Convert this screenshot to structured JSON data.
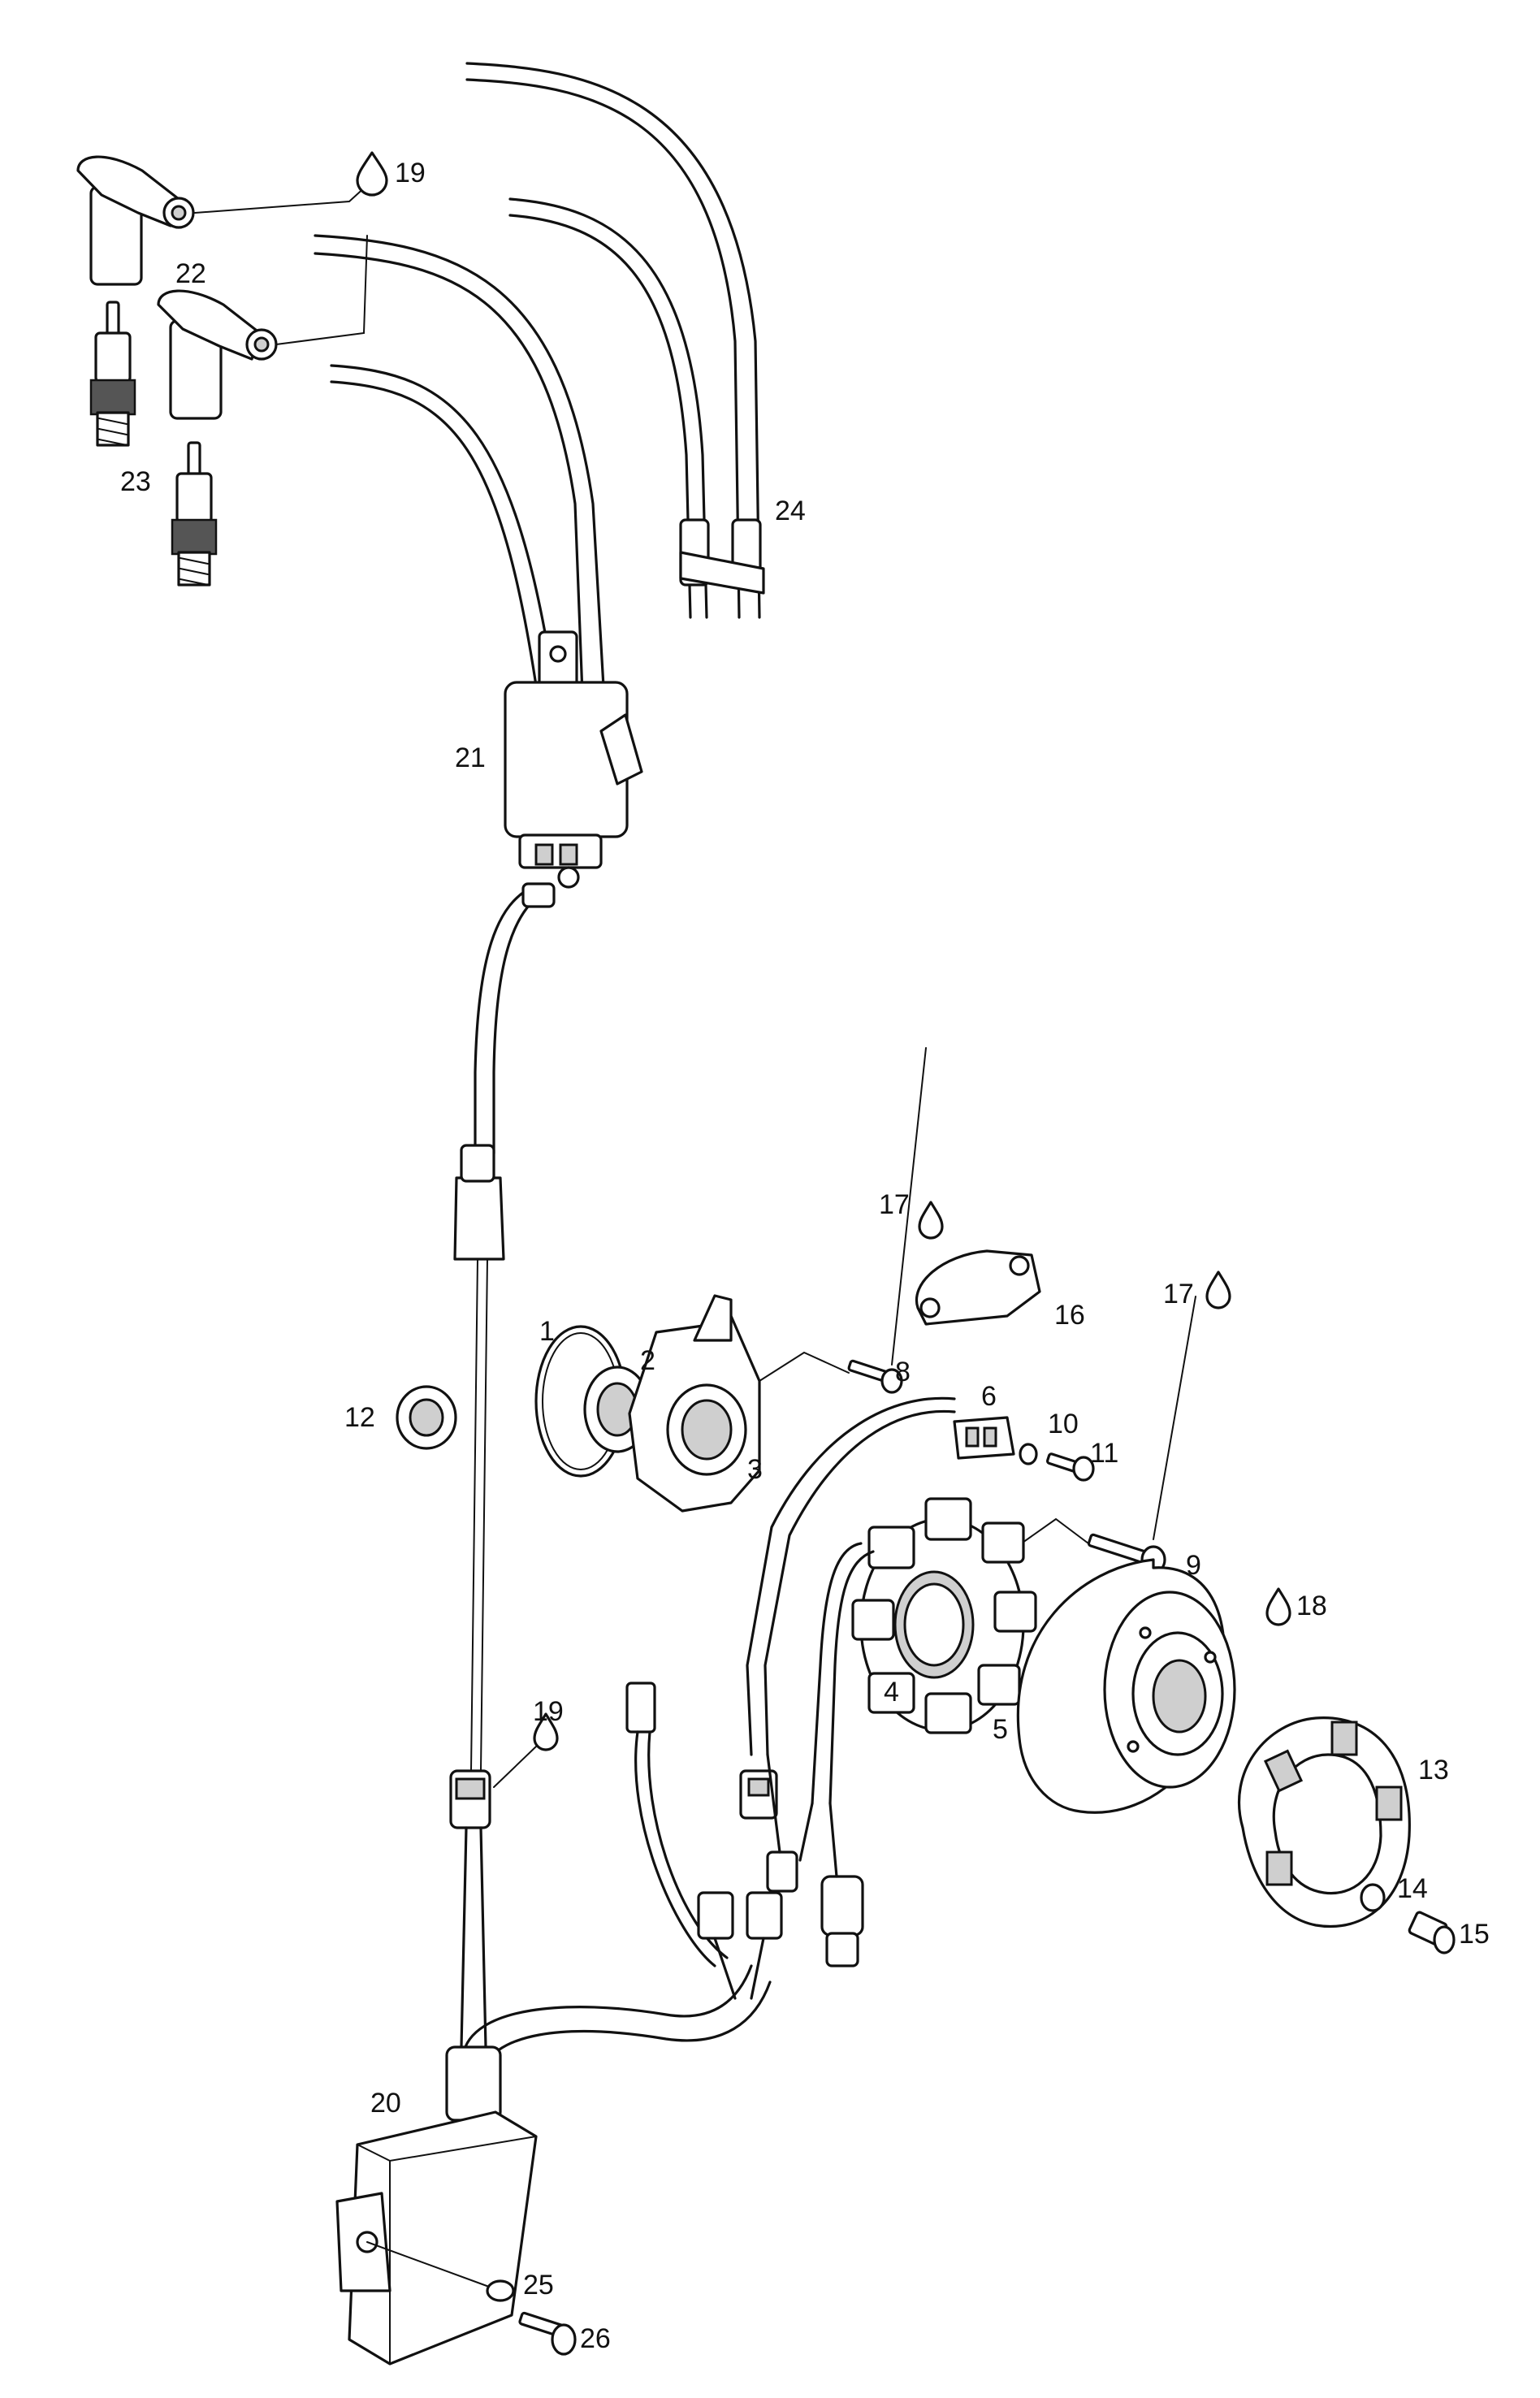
{
  "callouts": {
    "c1": "1",
    "c2": "2",
    "c3": "3",
    "c4": "4",
    "c5": "5",
    "c6": "6",
    "c8": "8",
    "c9": "9",
    "c10": "10",
    "c11": "11",
    "c12": "12",
    "c13": "13",
    "c14": "14",
    "c15": "15",
    "c16": "16",
    "c17a": "17",
    "c17b": "17",
    "c18": "18",
    "c19a": "19",
    "c19b": "19",
    "c20": "20",
    "c21": "21",
    "c22": "22",
    "c23": "23",
    "c24": "24",
    "c25": "25",
    "c26": "26"
  },
  "icons": {
    "drop": "lubricant-drop-icon"
  },
  "colors": {
    "line": "#111111",
    "background": "#ffffff"
  }
}
